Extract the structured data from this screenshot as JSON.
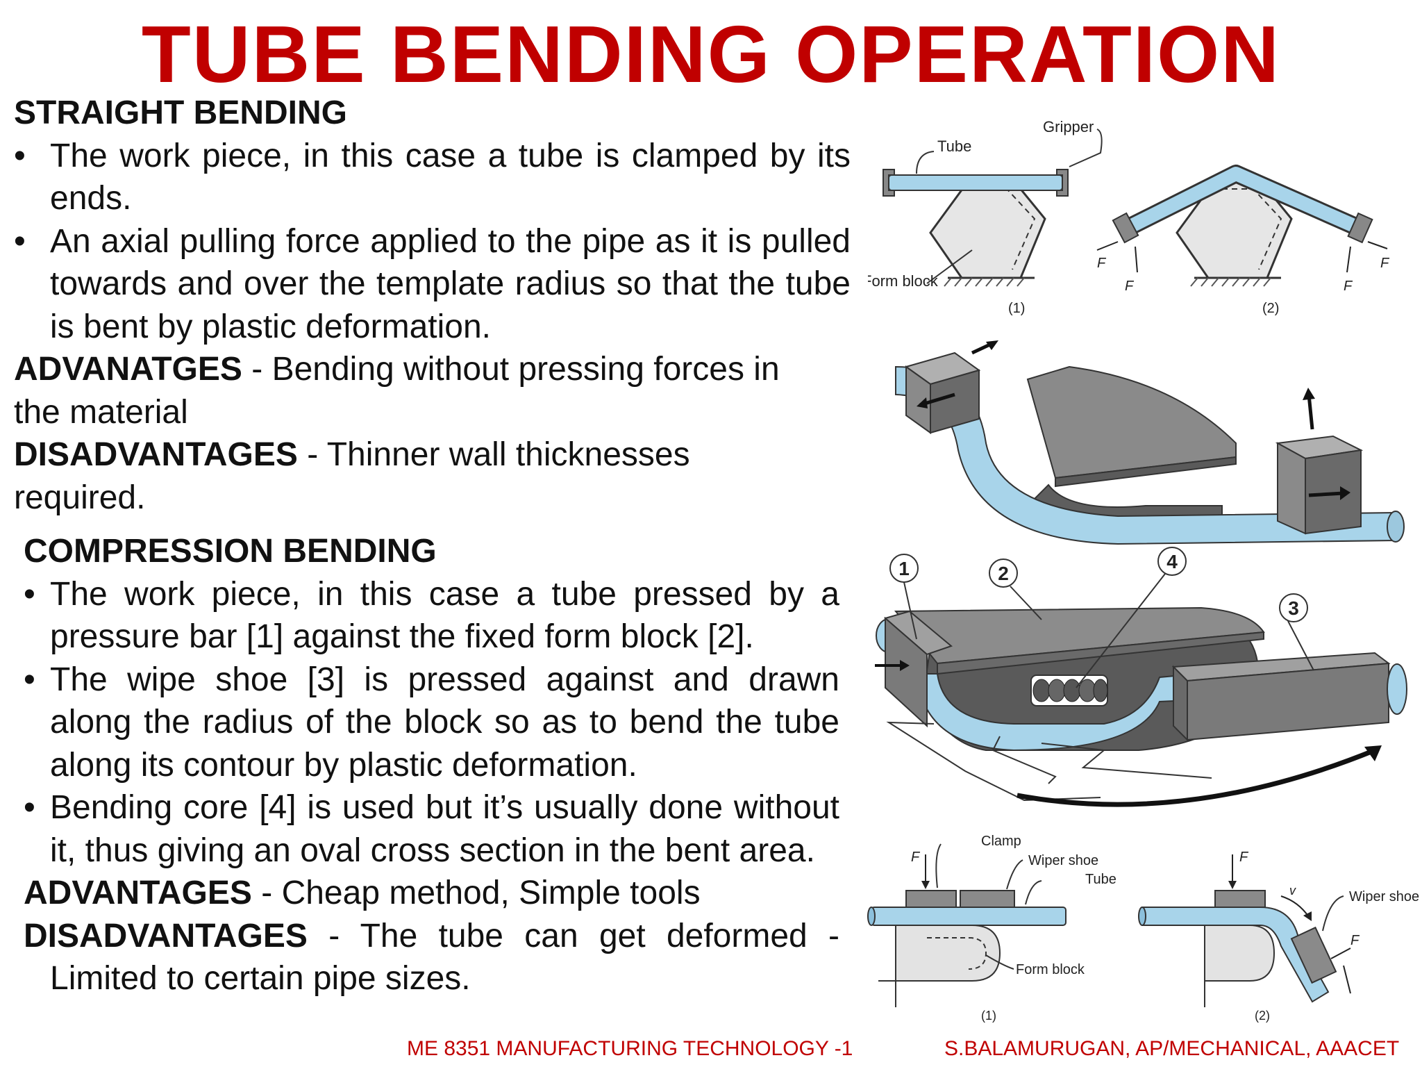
{
  "title": "TUBE BENDING OPERATION",
  "straight": {
    "heading": "STRAIGHT BENDING",
    "bullets": [
      "The work piece, in this case a tube is clamped by its ends.",
      "An axial pulling force applied to the pipe as it is pulled towards and over the template radius so that the tube is bent by plastic deformation."
    ],
    "adv_label": "ADVANATGES",
    "adv_text": " - Bending without pressing forces in the material",
    "dis_label": "DISADVANTAGES",
    "dis_text": " - Thinner wall thicknesses required."
  },
  "compression": {
    "heading": "COMPRESSION BENDING",
    "bullets": [
      "The work piece, in this case a tube pressed by a pressure bar [1] against the fixed form block [2].",
      "The wipe shoe [3] is pressed against and drawn along the radius of the block so as to bend the tube along its contour by plastic deformation.",
      "Bending core [4] is used but it’s usually done without it, thus giving an oval cross section in the bent area."
    ],
    "adv_label": "ADVANTAGES",
    "adv_text": " - Cheap method, Simple tools",
    "dis_label": "DISADVANTAGES",
    "dis_text": " - The tube can get deformed - Limited to certain pipe sizes."
  },
  "bullet_char": "•",
  "footer": {
    "course": "ME 8351 MANUFACTURING TECHNOLOGY -1",
    "author": "S.BALAMURUGAN, AP/MECHANICAL, AAACET"
  },
  "diagram_top": {
    "tube": "Tube",
    "gripper": "Gripper",
    "form_block": "Form block",
    "force": "F",
    "fig1": "(1)",
    "fig2": "(2)"
  },
  "diagram_mid": {
    "n1": "1",
    "n2": "2",
    "n3": "3",
    "n4": "4"
  },
  "diagram_bottom": {
    "clamp": "Clamp",
    "wiper_shoe": "Wiper shoe",
    "tube": "Tube",
    "form_block": "Form block",
    "wiper_shoe_2": "Wiper shoe",
    "force": "F",
    "velocity": "v",
    "fig1": "(1)",
    "fig2": "(2)"
  },
  "colors": {
    "title": "#c00000",
    "tube": "#a8d4ea",
    "block": "#7a7a7a",
    "footer": "#c00000"
  }
}
